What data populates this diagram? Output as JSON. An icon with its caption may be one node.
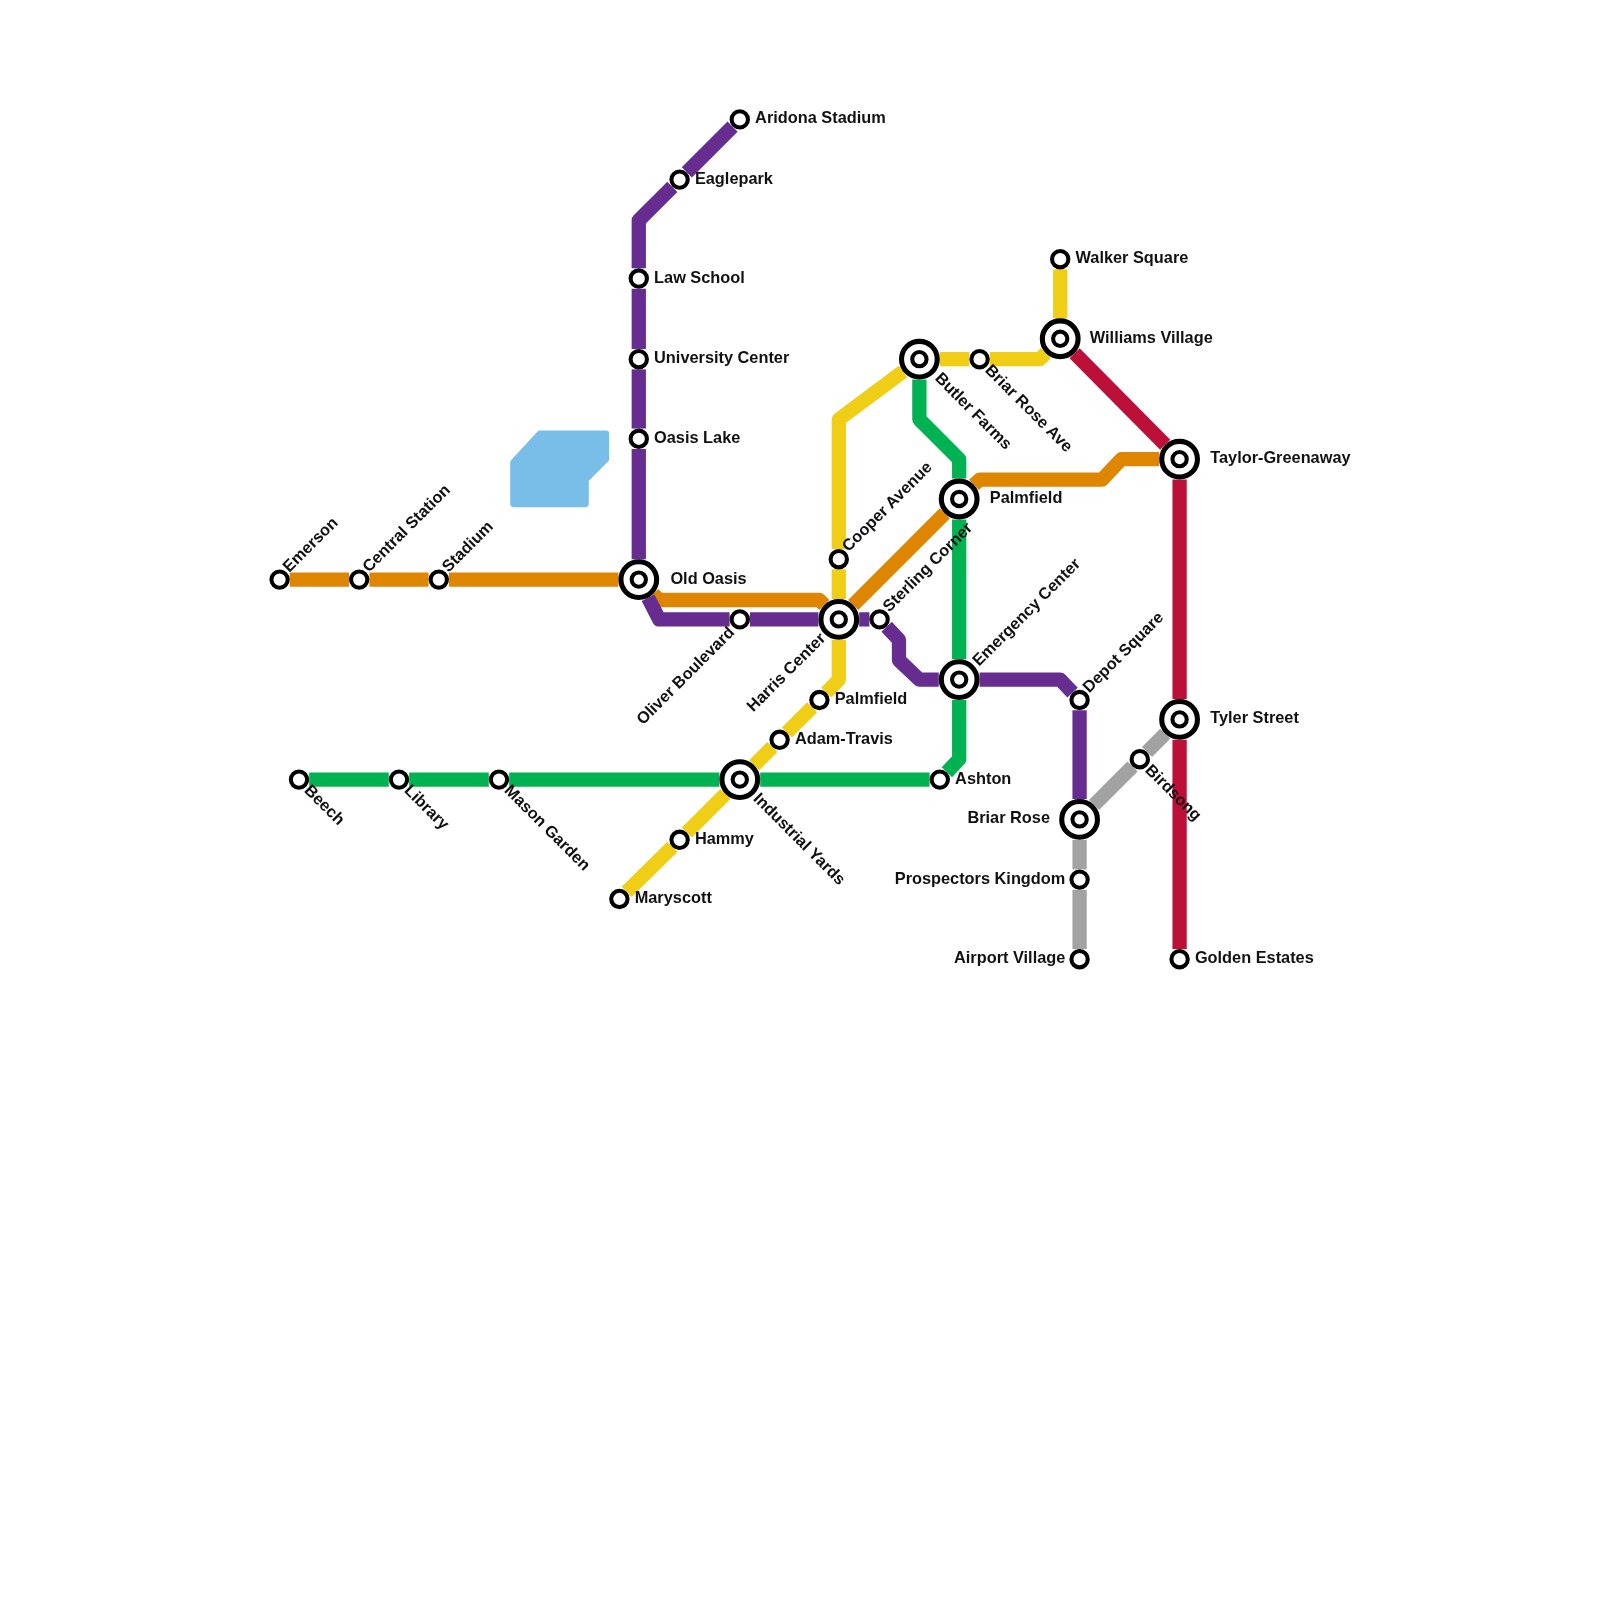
{
  "diagram": {
    "nodes": [
      {
        "text": [
          "Emerson"
        ]
      },
      {
        "text": [
          "Central Station"
        ]
      },
      {
        "text": [
          "Stadium"
        ]
      },
      {
        "text": [
          "Old Oasis"
        ]
      },
      {
        "text": [
          "Aridona Stadium"
        ]
      },
      {
        "text": [
          "Eaglepark"
        ]
      },
      {
        "text": [
          "Law School"
        ]
      },
      {
        "text": [
          "University Center"
        ]
      },
      {
        "text": [
          "Oasis Lake"
        ]
      },
      {
        "text": [
          "Oliver Boulevard"
        ]
      },
      {
        "text": [
          "Harris Center"
        ]
      },
      {
        "text": [
          "Sterling Corner"
        ]
      },
      {
        "text": [
          "Cooper Avenue"
        ]
      },
      {
        "text": [
          "Butler Farms"
        ]
      },
      {
        "text": [
          "Briar Rose Ave"
        ]
      },
      {
        "text": [
          "Walker Square"
        ]
      },
      {
        "text": [
          "Williams Village"
        ]
      },
      {
        "text": [
          "Taylor-Greenaway"
        ]
      },
      {
        "text": [
          "Palmfield"
        ]
      },
      {
        "text": [
          "Emergency Center"
        ]
      },
      {
        "text": [
          "Depot Square"
        ]
      },
      {
        "text": [
          "Briar Rose"
        ]
      },
      {
        "text": [
          "Prospectors Kingdom"
        ]
      },
      {
        "text": [
          "Airport Village"
        ]
      },
      {
        "text": [
          "Tyler Street"
        ]
      },
      {
        "text": [
          "Birdsong"
        ]
      },
      {
        "text": [
          "Golden Estates"
        ]
      },
      {
        "text": [
          "Palmfield"
        ]
      },
      {
        "text": [
          "Adam-Travis"
        ]
      },
      {
        "text": [
          "Industrial Yards"
        ]
      },
      {
        "text": [
          "Hammy"
        ]
      },
      {
        "text": [
          "Maryscott"
        ]
      },
      {
        "text": [
          "Beech"
        ]
      },
      {
        "text": [
          "Library"
        ]
      },
      {
        "text": [
          "Mason Garden"
        ]
      },
      {
        "text": [
          "Ashton"
        ]
      }
    ],
    "edges": [
      {
        "from": 0,
        "to": 1,
        "arrow": "none",
        "color": "#df8600"
      },
      {
        "from": 1,
        "to": 2,
        "arrow": "none",
        "color": "#df8600"
      },
      {
        "from": 2,
        "to": 3,
        "arrow": "none",
        "color": "#df8600"
      },
      {
        "from": 3,
        "to": 10,
        "arrow": "none",
        "color": "#df8600"
      },
      {
        "from": 10,
        "to": 18,
        "arrow": "none",
        "color": "#df8600"
      },
      {
        "from": 18,
        "to": 17,
        "arrow": "none",
        "color": "#df8600"
      },
      {
        "from": 4,
        "to": 5,
        "arrow": "none",
        "color": "#662c90"
      },
      {
        "from": 5,
        "to": 6,
        "arrow": "none",
        "color": "#662c90"
      },
      {
        "from": 6,
        "to": 7,
        "arrow": "none",
        "color": "#662c90"
      },
      {
        "from": 7,
        "to": 8,
        "arrow": "none",
        "color": "#662c90"
      },
      {
        "from": 8,
        "to": 3,
        "arrow": "none",
        "color": "#662c90"
      },
      {
        "from": 3,
        "to": 9,
        "arrow": "none",
        "color": "#662c90"
      },
      {
        "from": 9,
        "to": 10,
        "arrow": "none",
        "color": "#662c90"
      },
      {
        "from": 10,
        "to": 11,
        "arrow": "none",
        "color": "#662c90"
      },
      {
        "from": 11,
        "to": 19,
        "arrow": "none",
        "color": "#662c90"
      },
      {
        "from": 19,
        "to": 20,
        "arrow": "none",
        "color": "#662c90"
      },
      {
        "from": 20,
        "to": 21,
        "arrow": "none",
        "color": "#662c90"
      },
      {
        "from": 15,
        "to": 16,
        "arrow": "none",
        "color": "#f0ce15"
      },
      {
        "from": 16,
        "to": 14,
        "arrow": "none",
        "color": "#f0ce15"
      },
      {
        "from": 14,
        "to": 13,
        "arrow": "none",
        "color": "#f0ce15"
      },
      {
        "from": 13,
        "to": 12,
        "arrow": "none",
        "color": "#f0ce15"
      },
      {
        "from": 12,
        "to": 10,
        "arrow": "none",
        "color": "#f0ce15"
      },
      {
        "from": 10,
        "to": 27,
        "arrow": "none",
        "color": "#f0ce15"
      },
      {
        "from": 27,
        "to": 28,
        "arrow": "none",
        "color": "#f0ce15"
      },
      {
        "from": 28,
        "to": 29,
        "arrow": "none",
        "color": "#f0ce15"
      },
      {
        "from": 29,
        "to": 30,
        "arrow": "none",
        "color": "#f0ce15"
      },
      {
        "from": 30,
        "to": 31,
        "arrow": "none",
        "color": "#f0ce15"
      },
      {
        "from": 32,
        "to": 33,
        "arrow": "none",
        "color": "#00b251"
      },
      {
        "from": 33,
        "to": 34,
        "arrow": "none",
        "color": "#00b251"
      },
      {
        "from": 34,
        "to": 29,
        "arrow": "none",
        "color": "#00b251"
      },
      {
        "from": 29,
        "to": 35,
        "arrow": "none",
        "color": "#00b251"
      },
      {
        "from": 35,
        "to": 19,
        "arrow": "none",
        "color": "#00b251"
      },
      {
        "from": 19,
        "to": 18,
        "arrow": "none",
        "color": "#00b251"
      },
      {
        "from": 18,
        "to": 13,
        "arrow": "none",
        "color": "#00b251"
      },
      {
        "from": 16,
        "to": 17,
        "arrow": "none",
        "color": "#bd1038"
      },
      {
        "from": 17,
        "to": 24,
        "arrow": "none",
        "color": "#bd1038"
      },
      {
        "from": 24,
        "to": 26,
        "arrow": "none",
        "color": "#bd1038"
      },
      {
        "from": 24,
        "to": 25,
        "arrow": "none",
        "color": "#a2a2a2"
      },
      {
        "from": 25,
        "to": 21,
        "arrow": "none",
        "color": "#a2a2a2"
      },
      {
        "from": 21,
        "to": 22,
        "arrow": "none",
        "color": "#a2a2a2"
      },
      {
        "from": 22,
        "to": 23,
        "arrow": "none",
        "color": "#a2a2a2"
      }
    ]
  }
}
